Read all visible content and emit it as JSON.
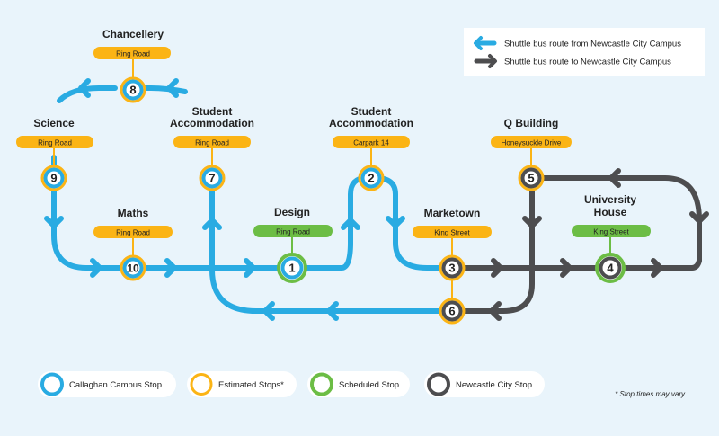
{
  "colors": {
    "background": "#e9f4fb",
    "blue_route": "#29abe2",
    "grey_route": "#4d4d4f",
    "estimated": "#fbb415",
    "scheduled": "#6cbd45",
    "city": "#4d4d4f",
    "campus": "#29abe2"
  },
  "legend": {
    "route_from_city": "Shuttle bus route from Newcastle City Campus",
    "route_to_city": "Shuttle bus route to Newcastle City Campus"
  },
  "stops": {
    "s1": {
      "number": "1",
      "name": [
        "Design"
      ],
      "road": "Ring Road",
      "type": "scheduled"
    },
    "s2": {
      "number": "2",
      "name": [
        "Student",
        "Accommodation"
      ],
      "road": "Carpark 14",
      "type": "estimated"
    },
    "s3": {
      "number": "3",
      "name": [
        "Marketown"
      ],
      "road": "King Street",
      "type": "city"
    },
    "s4": {
      "number": "4",
      "name": [
        "University",
        "House"
      ],
      "road": "King Street",
      "type": "scheduled-city"
    },
    "s5": {
      "number": "5",
      "name": [
        "Q Building"
      ],
      "road": "Honeysuckle Drive",
      "type": "estimated-city"
    },
    "s6": {
      "number": "6",
      "name": [],
      "road": "",
      "type": "city"
    },
    "s7": {
      "number": "7",
      "name": [
        "Student",
        "Accommodation"
      ],
      "road": "Ring Road",
      "type": "estimated"
    },
    "s8": {
      "number": "8",
      "name": [
        "Chancellery"
      ],
      "road": "Ring Road",
      "type": "estimated"
    },
    "s9": {
      "number": "9",
      "name": [
        "Science"
      ],
      "road": "Ring Road",
      "type": "estimated"
    },
    "s10": {
      "number": "10",
      "name": [
        "Maths"
      ],
      "road": "Ring Road",
      "type": "estimated"
    }
  },
  "key": [
    {
      "label": "Callaghan Campus Stop",
      "type": "campus"
    },
    {
      "label": "Estimated Stops*",
      "type": "estimated"
    },
    {
      "label": "Scheduled Stop",
      "type": "scheduled"
    },
    {
      "label": "Newcastle City Stop",
      "type": "city"
    }
  ],
  "footnote": "* Stop times may vary"
}
